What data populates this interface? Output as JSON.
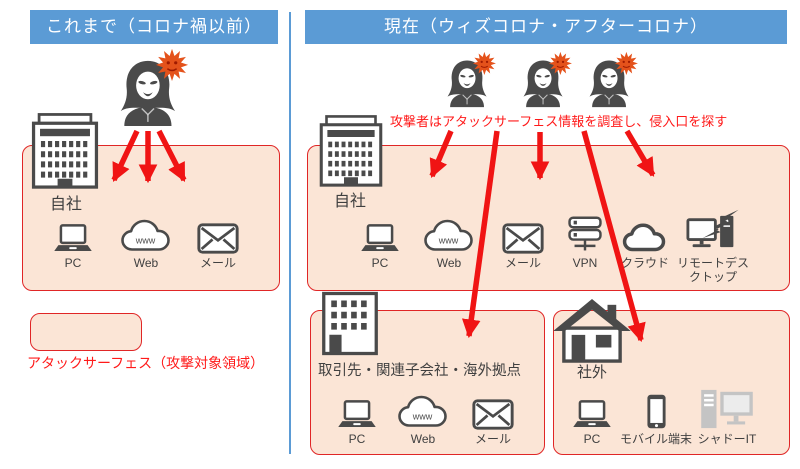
{
  "colors": {
    "header_bg": "#5B9BD5",
    "box_fill": "#FBE5D6",
    "box_border": "#E02626",
    "arrow_red": "#F01414",
    "text_red": "#FF1A1A",
    "icon_dark": "#4A4A4A",
    "icon_gray": "#C4C4C4",
    "burst_orange": "#E4521B"
  },
  "web_icon_text": "www",
  "left_panel": {
    "header": "これまで（コロナ禍以前）",
    "company_label": "自社",
    "devices": [
      {
        "label": "PC",
        "icon": "laptop-icon"
      },
      {
        "label": "Web",
        "icon": "web-cloud-icon"
      },
      {
        "label": "メール",
        "icon": "mail-icon"
      }
    ],
    "legend_label": "アタックサーフェス（攻撃対象領域）"
  },
  "right_panel": {
    "header": "現在（ウィズコロナ・アフターコロナ）",
    "attacker_note": "攻撃者はアタックサーフェス情報を調査し、侵入口を探す",
    "company": {
      "label": "自社",
      "devices": [
        {
          "label": "PC",
          "icon": "laptop-icon"
        },
        {
          "label": "Web",
          "icon": "web-cloud-icon"
        },
        {
          "label": "メール",
          "icon": "mail-icon"
        },
        {
          "label": "VPN",
          "icon": "vpn-server-icon"
        },
        {
          "label": "クラウド",
          "icon": "cloud-icon"
        },
        {
          "label": "リモートデスクトップ",
          "icon": "remote-desktop-icon"
        }
      ]
    },
    "partners": {
      "label": "取引先・関連子会社・海外拠点",
      "devices": [
        {
          "label": "PC",
          "icon": "laptop-icon"
        },
        {
          "label": "Web",
          "icon": "web-cloud-icon"
        },
        {
          "label": "メール",
          "icon": "mail-icon"
        }
      ]
    },
    "outside": {
      "label": "社外",
      "devices": [
        {
          "label": "PC",
          "icon": "laptop-icon"
        },
        {
          "label": "モバイル端末",
          "icon": "mobile-phone-icon"
        },
        {
          "label": "シャドーIT",
          "icon": "shadow-it-desktop-icon"
        }
      ]
    }
  }
}
